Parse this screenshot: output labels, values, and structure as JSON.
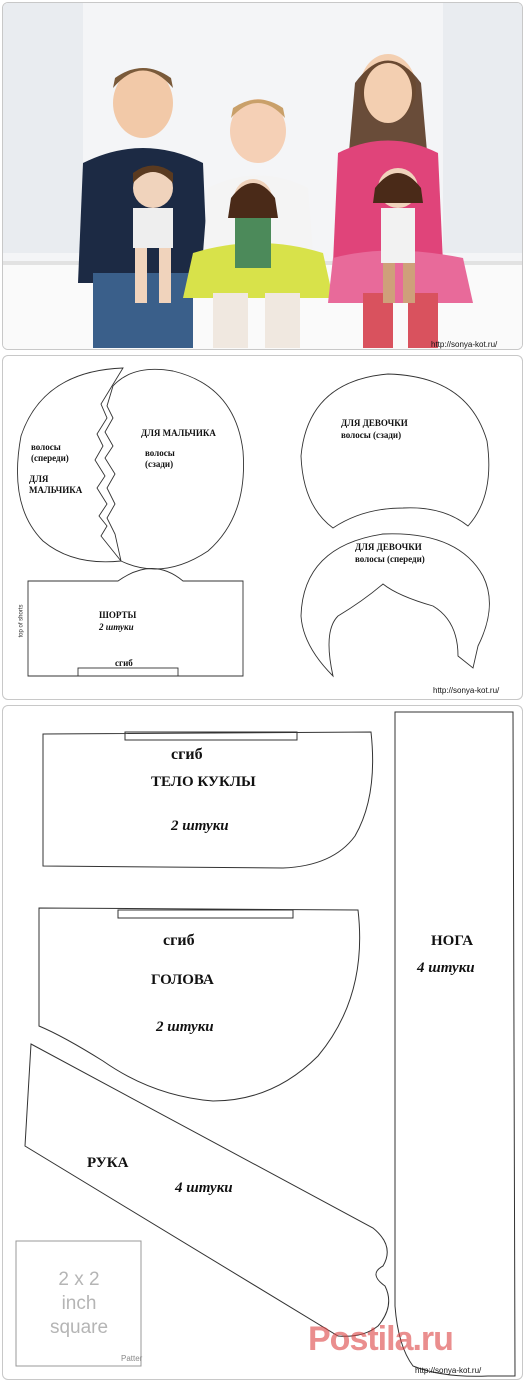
{
  "photo": {
    "watermark": "http://sonya-kot.ru/"
  },
  "pattern1": {
    "boy_label": "ДЛЯ МАЛЬЧИКА",
    "boy_hair_front": "волосы\n(спереди)",
    "boy_label_left": "ДЛЯ\nМАЛЬЧИКА",
    "boy_hair_back": "волосы\n(сзади)",
    "girl_back_title": "ДЛЯ ДЕВОЧКИ",
    "girl_back_sub": "волосы (сзади)",
    "girl_front_title": "ДЛЯ ДЕВОЧКИ",
    "girl_front_sub": "волосы (спереди)",
    "shorts_title": "ШОРТЫ",
    "shorts_qty": "2 штуки",
    "shorts_fold": "сгиб",
    "shorts_top": "top of shorts",
    "watermark": "http://sonya-kot.ru/"
  },
  "pattern2": {
    "body_fold": "сгиб",
    "body_title": "ТЕЛО КУКЛЫ",
    "body_qty": "2 штуки",
    "head_fold": "сгиб",
    "head_title": "ГОЛОВА",
    "head_qty": "2 штуки",
    "arm_title": "РУКА",
    "arm_qty": "4  штуки",
    "leg_title": "НОГА",
    "leg_qty": "4 штуки",
    "square_line1": "2 x 2",
    "square_line2": "inch",
    "square_line3": "square",
    "corner_text": "Patter",
    "brand": "Postila.ru",
    "watermark": "http://sonya-kot.ru/"
  }
}
